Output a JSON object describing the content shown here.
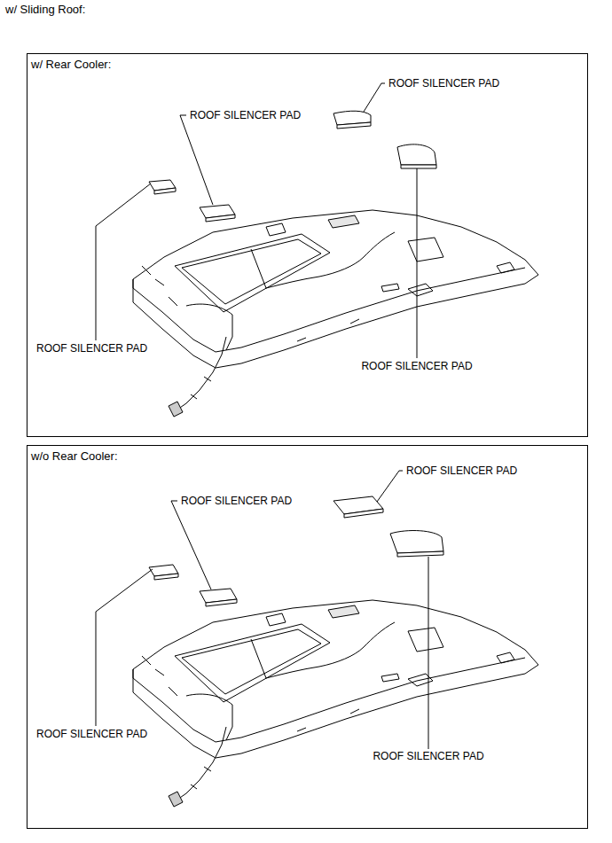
{
  "diagram": {
    "title": "w/ Sliding Roof:",
    "nodes": [
      {
        "text": [
          "w/ Rear Cooler:"
        ]
      },
      {
        "text": [
          "w/o Rear Cooler:"
        ]
      }
    ],
    "edges": [],
    "labels": [
      "ROOF SILENCER PAD",
      "ROOF SILENCER PAD",
      "ROOF SILENCER PAD",
      "ROOF SILENCER PAD",
      "ROOF SILENCER PAD",
      "ROOF SILENCER PAD",
      "ROOF SILENCER PAD",
      "ROOF SILENCER PAD"
    ]
  }
}
